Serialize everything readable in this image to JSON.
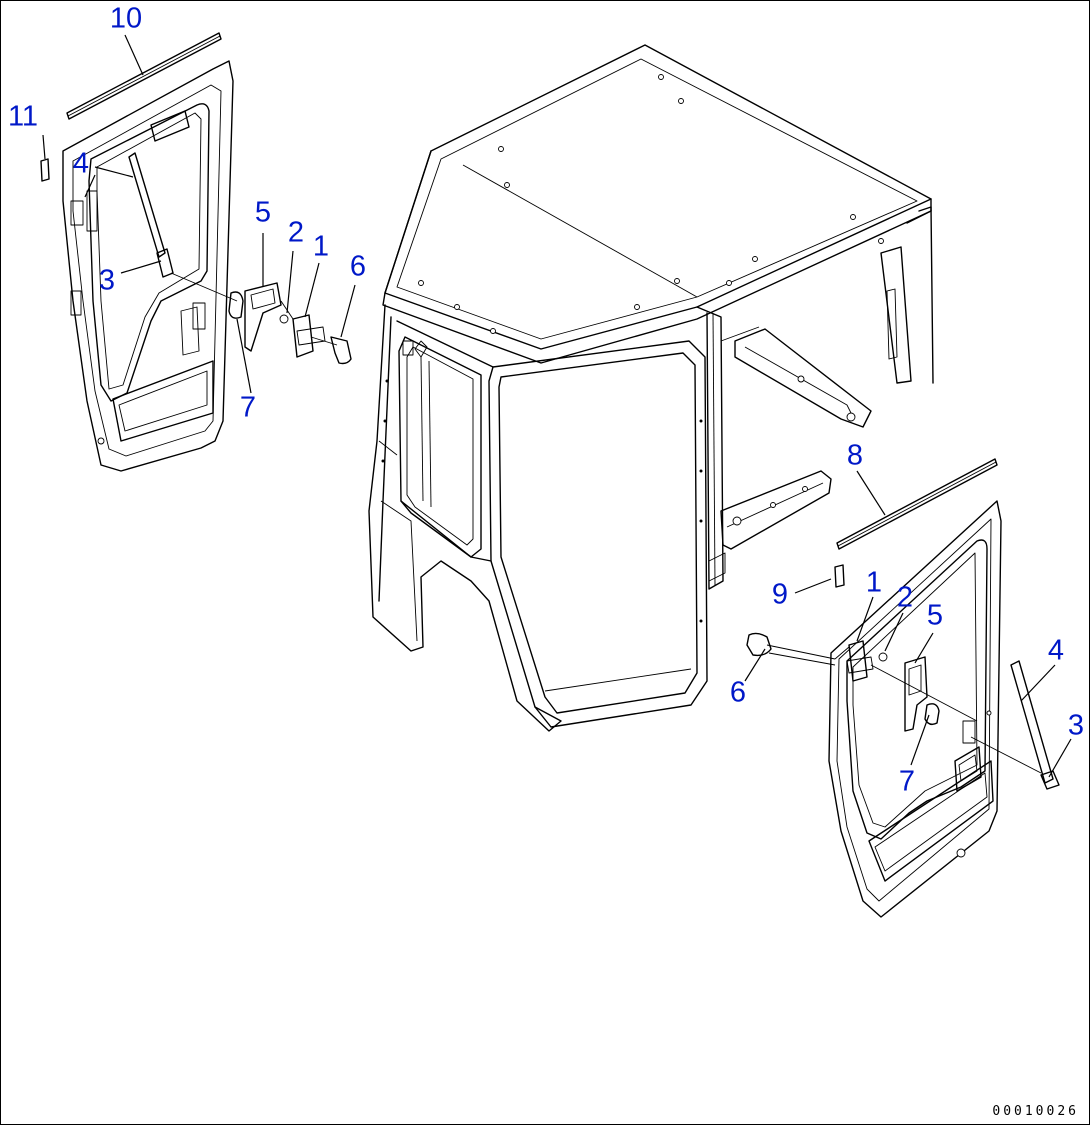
{
  "style": {
    "callout_color": "#0018c8",
    "line_color": "#000000",
    "background": "#ffffff"
  },
  "figure_code": "00010026",
  "callouts": [
    {
      "id": "c10",
      "text": "10"
    },
    {
      "id": "c11",
      "text": "11"
    },
    {
      "id": "c4a",
      "text": "4"
    },
    {
      "id": "c3a",
      "text": "3"
    },
    {
      "id": "c5a",
      "text": "5"
    },
    {
      "id": "c2a",
      "text": "2"
    },
    {
      "id": "c1a",
      "text": "1"
    },
    {
      "id": "c6a",
      "text": "6"
    },
    {
      "id": "c7a",
      "text": "7"
    },
    {
      "id": "c8",
      "text": "8"
    },
    {
      "id": "c9",
      "text": "9"
    },
    {
      "id": "c1b",
      "text": "1"
    },
    {
      "id": "c2b",
      "text": "2"
    },
    {
      "id": "c5b",
      "text": "5"
    },
    {
      "id": "c4b",
      "text": "4"
    },
    {
      "id": "c3b",
      "text": "3"
    },
    {
      "id": "c6b",
      "text": "6"
    },
    {
      "id": "c7b",
      "text": "7"
    }
  ]
}
